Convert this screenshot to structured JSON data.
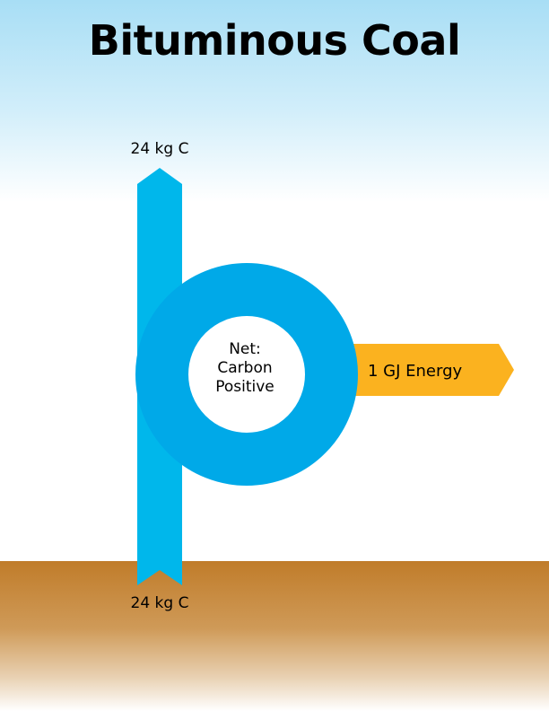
{
  "title": "Bituminous Coal",
  "flow": {
    "top_label": "24 kg C",
    "bottom_label": "24 kg C",
    "energy_label": "1 GJ Energy",
    "center": {
      "line1": "Net:",
      "line2": "Carbon",
      "line3": "Positive"
    }
  },
  "colors": {
    "carbon_arrow": "#00b7eb",
    "ring": "#00a9e8",
    "energy_arrow": "#fbb21f",
    "sky": "#a8def5",
    "ground": "#c07c2a"
  }
}
